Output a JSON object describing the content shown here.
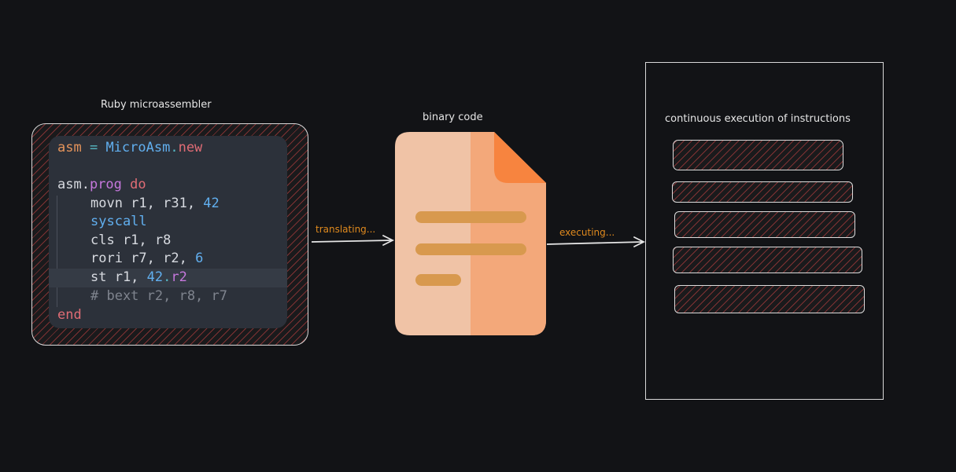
{
  "labels": {
    "assembler": "Ruby microassembler",
    "binary": "binary code",
    "execution": "continuous execution of instructions",
    "translating": "translating...",
    "executing": "executing..."
  },
  "code": {
    "line1": {
      "a": "asm",
      "b": " = ",
      "c": "MicroAsm",
      "d": ".",
      "e": "new"
    },
    "line3": {
      "a": "asm.",
      "b": "prog",
      "c": " ",
      "d": "do"
    },
    "line4": {
      "a": "movn r1, r31, ",
      "b": "42"
    },
    "line5": {
      "a": "syscall"
    },
    "line6": {
      "a": "cls r1, r8"
    },
    "line7": {
      "a": "rori r7, r2, ",
      "b": "6"
    },
    "line8": {
      "a": "st r1, ",
      "b": "42",
      "c": ".",
      "d": "r2"
    },
    "line9": {
      "a": "# bext r2, r8, r7"
    },
    "line10": {
      "a": "end"
    }
  },
  "colors": {
    "background": "#121316",
    "code_panel": "#2c313a",
    "file_light": "#f0c3a6",
    "file_mid": "#f3a87a",
    "file_corner": "#f7843f",
    "file_bars": "#d8994e",
    "accent_label": "#e08a1e",
    "hatch": "#d24646"
  },
  "icons": {
    "document": "document-icon"
  },
  "instructions_count_visible": 5
}
